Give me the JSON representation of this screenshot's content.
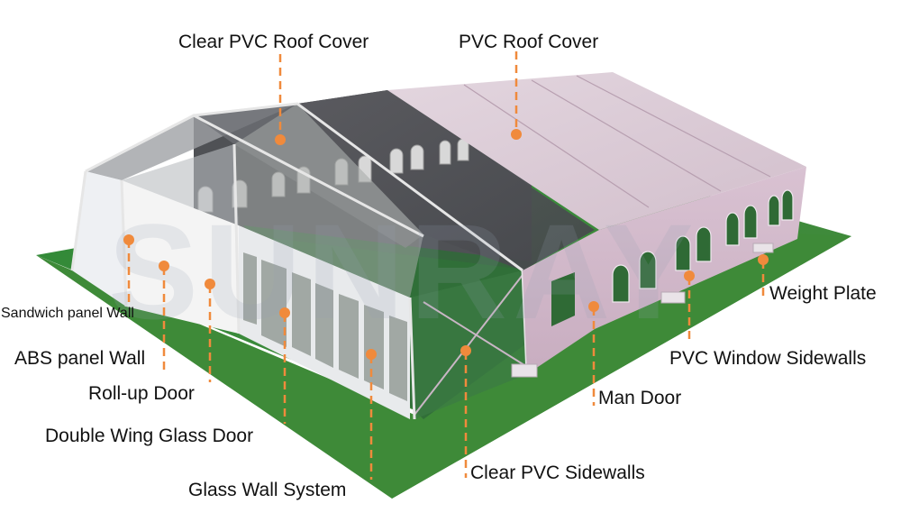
{
  "diagram": {
    "subject": "Clear-span tent structure with labeled components",
    "accent_color": "#f08a3c",
    "ground_color": "#3f8a3a",
    "roof_color": "#dccbd6",
    "watermark_text": "SUNRAY"
  },
  "labels": {
    "clear_pvc_roof_cover": "Clear PVC Roof Cover",
    "pvc_roof_cover": "PVC Roof Cover",
    "sandwich_panel_wall": "Sandwich panel Wall",
    "abs_panel_wall": "ABS panel Wall",
    "roll_up_door": "Roll-up Door",
    "double_wing_glass_door": "Double Wing Glass Door",
    "glass_wall_system": "Glass Wall System",
    "clear_pvc_sidewalls": "Clear PVC Sidewalls",
    "man_door": "Man Door",
    "pvc_window_sidewalls": "PVC Window Sidewalls",
    "weight_plate": "Weight Plate"
  }
}
